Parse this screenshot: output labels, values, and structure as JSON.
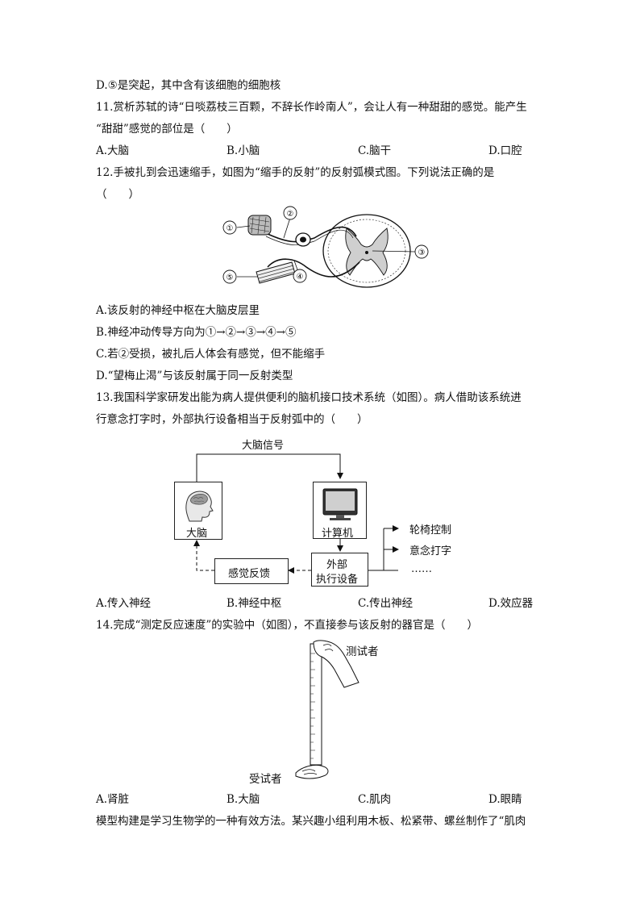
{
  "q10": {
    "optD": "D.⑤是突起，其中含有该细胞的细胞核"
  },
  "q11": {
    "line1": "11.赏析苏轼的诗“日啖荔枝三百颗，不辞长作岭南人”，会让人有一种甜甜的感觉。能产生",
    "line2": "“甜甜”感觉的部位是（　　）",
    "options": [
      "A.大脑",
      "B.小脑",
      "C.脑干",
      "D.口腔"
    ]
  },
  "q12": {
    "line1": "12.手被扎到会迅速缩手，如图为“缩手的反射”的反射弧模式图。下列说法正确的是",
    "line2": "（　　）",
    "figure_labels": [
      "①",
      "②",
      "③",
      "④",
      "⑤"
    ],
    "options": [
      "A.该反射的神经中枢在大脑皮层里",
      "B.神经冲动传导方向为①→②→③→④→⑤",
      "C.若②受损，被扎后人体会有感觉，但不能缩手",
      "D.“望梅止渴”与该反射属于同一反射类型"
    ]
  },
  "q13": {
    "line1": "13.我国科学家研发出能为病人提供便利的脑机接口技术系统（如图）。病人借助该系统进",
    "line2": "行意念打字时，外部执行设备相当于反射弧中的（　　）",
    "figure": {
      "top_label": "大脑信号",
      "brain": "大脑",
      "computer": "计算机",
      "device_line1": "外部",
      "device_line2": "执行设备",
      "feedback": "感觉反馈",
      "outputs": [
        "轮椅控制",
        "意念打字",
        "……"
      ]
    },
    "options": [
      "A.传入神经",
      "B.神经中枢",
      "C.传出神经",
      "D.效应器"
    ]
  },
  "q14": {
    "line1": "14.完成“测定反应速度”的实验中（如图），不直接参与该反射的器官是（　　）",
    "figure": {
      "tester": "测试者",
      "subject": "受试者"
    },
    "options": [
      "A.肾脏",
      "B.大脑",
      "C.肌肉",
      "D.眼睛"
    ]
  },
  "q15": {
    "line1": "模型构建是学习生物学的一种有效方法。某兴趣小组利用木板、松紧带、螺丝制作了“肌肉"
  }
}
